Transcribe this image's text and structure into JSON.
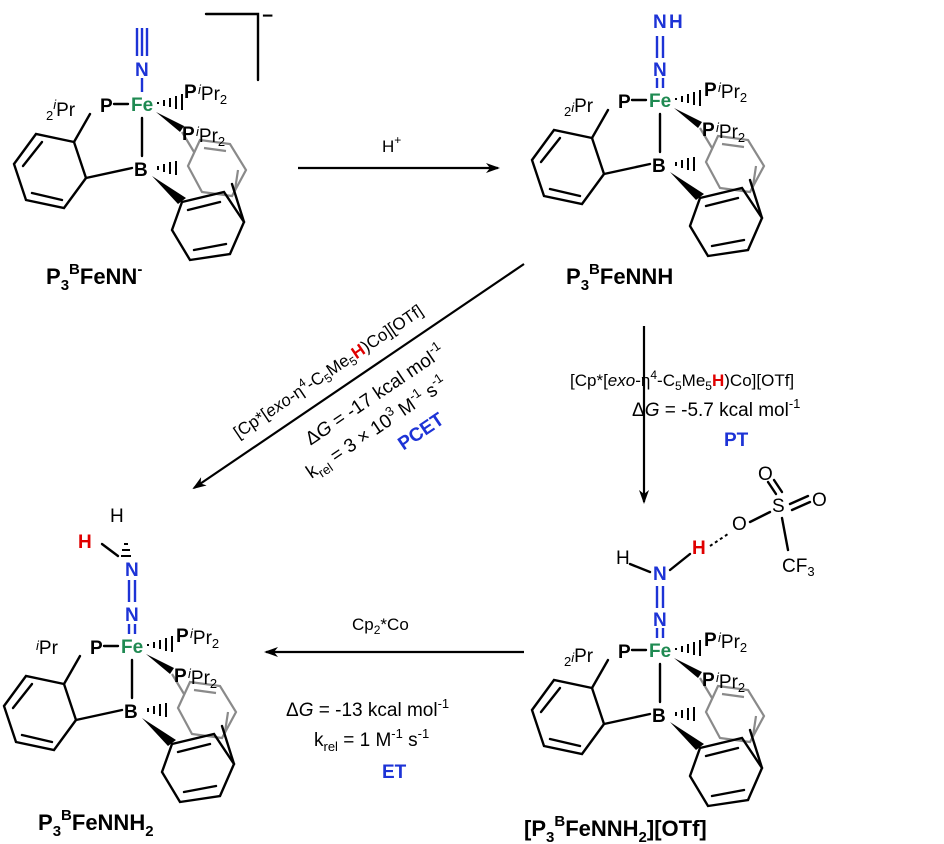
{
  "colors": {
    "nitrogen": "#1d33d6",
    "iron": "#1f8a52",
    "hydrogen_highlight": "#e00000",
    "tag": "#1d33d6"
  },
  "atoms": {
    "N": "N",
    "H": "H",
    "Fe": "Fe",
    "B": "B",
    "P": "P",
    "O": "O",
    "S": "S",
    "C": "C",
    "F": "F",
    "iPr_left_pre": "2",
    "iPr_left_sup": "i",
    "iPr_left": "Pr",
    "iPr_right_sup": "i",
    "iPr_right": "Pr",
    "iPr_right_sub": "2",
    "cf3_sub": "3",
    "charge_minus": "−"
  },
  "labels": {
    "top_left": {
      "p": "P",
      "p_sub": "3",
      "b_sup": "B",
      "rest": "FeNN",
      "charge": "-"
    },
    "top_right": {
      "p": "P",
      "p_sub": "3",
      "b_sup": "B",
      "rest": "FeNNH"
    },
    "bottom_left": {
      "p": "P",
      "p_sub": "3",
      "b_sup": "B",
      "rest": "FeNNH",
      "h_sub": "2"
    },
    "bottom_right": {
      "open": "[",
      "p": "P",
      "p_sub": "3",
      "b_sup": "B",
      "rest": "FeNNH",
      "h_sub": "2",
      "close": "][OTf]"
    }
  },
  "arrows": {
    "top": {
      "reagent": "H",
      "reagent_sup": "+"
    },
    "right": {
      "reagent_a": "[Cp*[",
      "reagent_exo": "exo",
      "reagent_b": "-η",
      "reagent_sup": "4",
      "reagent_c": "-C",
      "reagent_sub1": "5",
      "reagent_d": "Me",
      "reagent_sub2": "5",
      "reagent_h": "H",
      "reagent_e": ")Co][OTf]",
      "dg_delta": "Δ",
      "dg_G": "G",
      "dg_value": " = -5.7 kcal mol",
      "dg_sup": "-1",
      "tag": "PT"
    },
    "diagonal": {
      "reagent_a": "[Cp*[",
      "reagent_exo": "exo",
      "reagent_b": "-η",
      "reagent_sup": "4",
      "reagent_c": "-C",
      "reagent_sub1": "5",
      "reagent_d": "Me",
      "reagent_sub2": "5",
      "reagent_h": "H",
      "reagent_e": ")Co][OTf]",
      "dg_delta": "Δ",
      "dg_G": "G",
      "dg_value": " = -17 kcal mol",
      "dg_sup": "-1",
      "k_pre": "k",
      "k_sub": "rel",
      "k_value": " = 3 × 10",
      "k_sup": "3",
      "k_unit": " M",
      "k_unit_sup": "-1",
      "k_unit2": " s",
      "k_unit2_sup": "-1",
      "tag": "PCET"
    },
    "bottom": {
      "reagent_a": "Cp",
      "reagent_sub": "2",
      "reagent_b": "*Co",
      "dg_delta": "Δ",
      "dg_G": "G",
      "dg_value": " = -13 kcal mol",
      "dg_sup": "-1",
      "k_pre": "k",
      "k_sub": "rel",
      "k_value": " = 1 M",
      "k_sup": "-1",
      "k_unit": " s",
      "k_unit_sup": "-1",
      "tag": "ET"
    }
  }
}
